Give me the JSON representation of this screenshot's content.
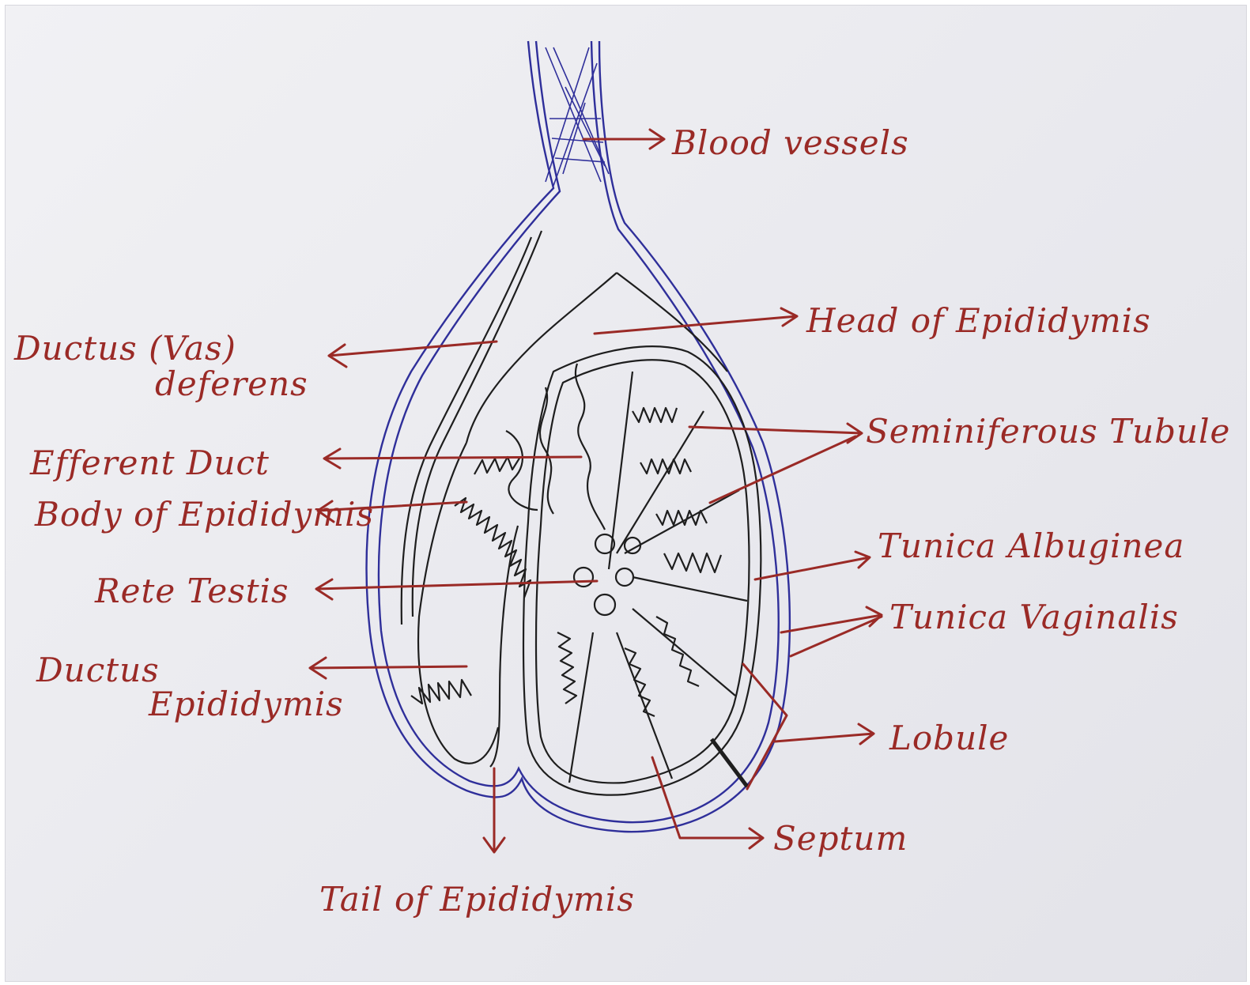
{
  "labels": {
    "blood_vessels": "Blood vessels",
    "head_of_epididymis": "Head of Epididymis",
    "ductus_vas_deferens_line1": "Ductus (Vas)",
    "ductus_vas_deferens_line2": "deferens",
    "seminiferous_tubule": "Seminiferous Tubule",
    "efferent_duct": "Efferent Duct",
    "body_of_epididymis": "Body of Epididymis",
    "tunica_albuginea": "Tunica Albuginea",
    "rete_testis": "Rete Testis",
    "tunica_vaginalis": "Tunica Vaginalis",
    "ductus_epididymis_line1": "Ductus",
    "ductus_epididymis_line2": "Epididymis",
    "lobule": "Lobule",
    "septum": "Septum",
    "tail_of_epididymis": "Tail of Epididymis"
  },
  "colors": {
    "label_ink": "#9a2a26",
    "outline_ink": "#2f2f9a",
    "structure_ink": "#1e1e1e",
    "paper": "#ececf0"
  }
}
